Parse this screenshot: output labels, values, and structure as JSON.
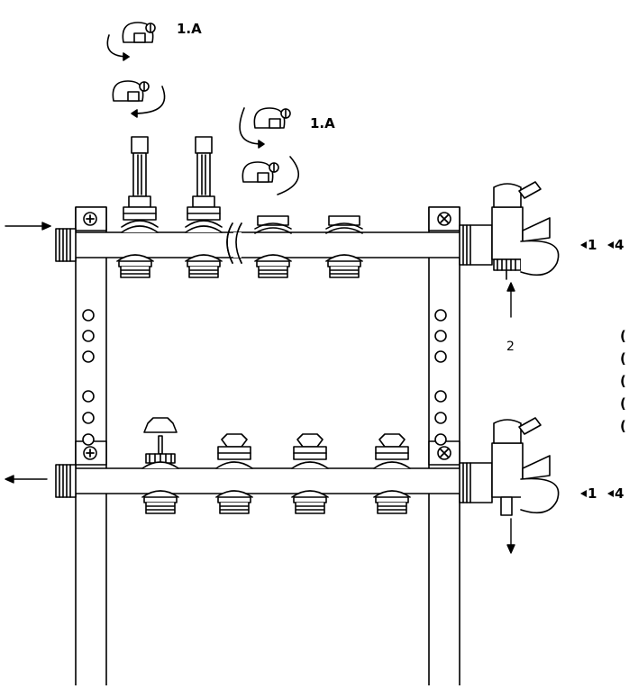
{
  "labels": {
    "cap_top_left": "1.A",
    "cap_top_right": "1.A",
    "supply_valve_a": "1",
    "supply_valve_b": "4",
    "return_valve_a": "1",
    "return_valve_b": "4",
    "drain_number": "2"
  },
  "paren_list": [
    "(",
    "(",
    "(",
    "(",
    "("
  ]
}
